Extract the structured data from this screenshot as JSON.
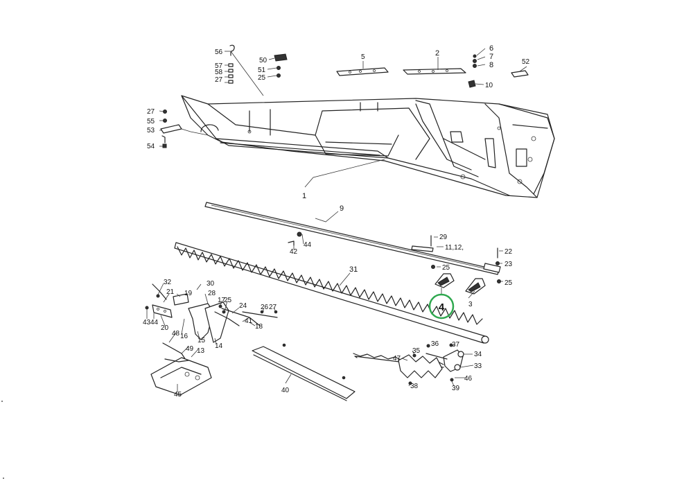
{
  "callouts": [
    {
      "id": "56",
      "text": "56"
    },
    {
      "id": "57",
      "text": "57"
    },
    {
      "id": "58",
      "text": "58"
    },
    {
      "id": "27a",
      "text": "27"
    },
    {
      "id": "50",
      "text": "50"
    },
    {
      "id": "51",
      "text": "51"
    },
    {
      "id": "25a",
      "text": "25"
    },
    {
      "id": "5",
      "text": "5"
    },
    {
      "id": "2",
      "text": "2"
    },
    {
      "id": "6",
      "text": "6"
    },
    {
      "id": "7",
      "text": "7"
    },
    {
      "id": "8",
      "text": "8"
    },
    {
      "id": "10",
      "text": "10"
    },
    {
      "id": "52",
      "text": "52"
    },
    {
      "id": "27b",
      "text": "27"
    },
    {
      "id": "55",
      "text": "55"
    },
    {
      "id": "53",
      "text": "53"
    },
    {
      "id": "54",
      "text": "54"
    },
    {
      "id": "1",
      "text": "1"
    },
    {
      "id": "9",
      "text": "9"
    },
    {
      "id": "29",
      "text": "29"
    },
    {
      "id": "11",
      "text": "11,12,"
    },
    {
      "id": "22",
      "text": "22"
    },
    {
      "id": "23",
      "text": "23"
    },
    {
      "id": "25b",
      "text": "25"
    },
    {
      "id": "25c",
      "text": "25"
    },
    {
      "id": "3",
      "text": "3"
    },
    {
      "id": "44",
      "text": "44"
    },
    {
      "id": "42",
      "text": "42"
    },
    {
      "id": "31",
      "text": "31"
    },
    {
      "id": "32",
      "text": "32"
    },
    {
      "id": "21",
      "text": "21"
    },
    {
      "id": "19",
      "text": "19"
    },
    {
      "id": "30",
      "text": "30"
    },
    {
      "id": "28",
      "text": "28"
    },
    {
      "id": "17",
      "text": "17"
    },
    {
      "id": "25d",
      "text": "25"
    },
    {
      "id": "24",
      "text": "24"
    },
    {
      "id": "26",
      "text": "26"
    },
    {
      "id": "27c",
      "text": "27"
    },
    {
      "id": "41",
      "text": "41"
    },
    {
      "id": "18",
      "text": "18"
    },
    {
      "id": "43",
      "text": "43"
    },
    {
      "id": "44b",
      "text": "44"
    },
    {
      "id": "20",
      "text": "20"
    },
    {
      "id": "16",
      "text": "16"
    },
    {
      "id": "15",
      "text": "15"
    },
    {
      "id": "14",
      "text": "14"
    },
    {
      "id": "48",
      "text": "48"
    },
    {
      "id": "49",
      "text": "49"
    },
    {
      "id": "13",
      "text": "13"
    },
    {
      "id": "45",
      "text": "45"
    },
    {
      "id": "40",
      "text": "40"
    },
    {
      "id": "35",
      "text": "35"
    },
    {
      "id": "36",
      "text": "36"
    },
    {
      "id": "37",
      "text": "37"
    },
    {
      "id": "47",
      "text": "47"
    },
    {
      "id": "34",
      "text": "34"
    },
    {
      "id": "33",
      "text": "33"
    },
    {
      "id": "46",
      "text": "46"
    },
    {
      "id": "38",
      "text": "38"
    },
    {
      "id": "39",
      "text": "39"
    }
  ],
  "highlight": {
    "text": "4",
    "color": "#2fa84f"
  }
}
